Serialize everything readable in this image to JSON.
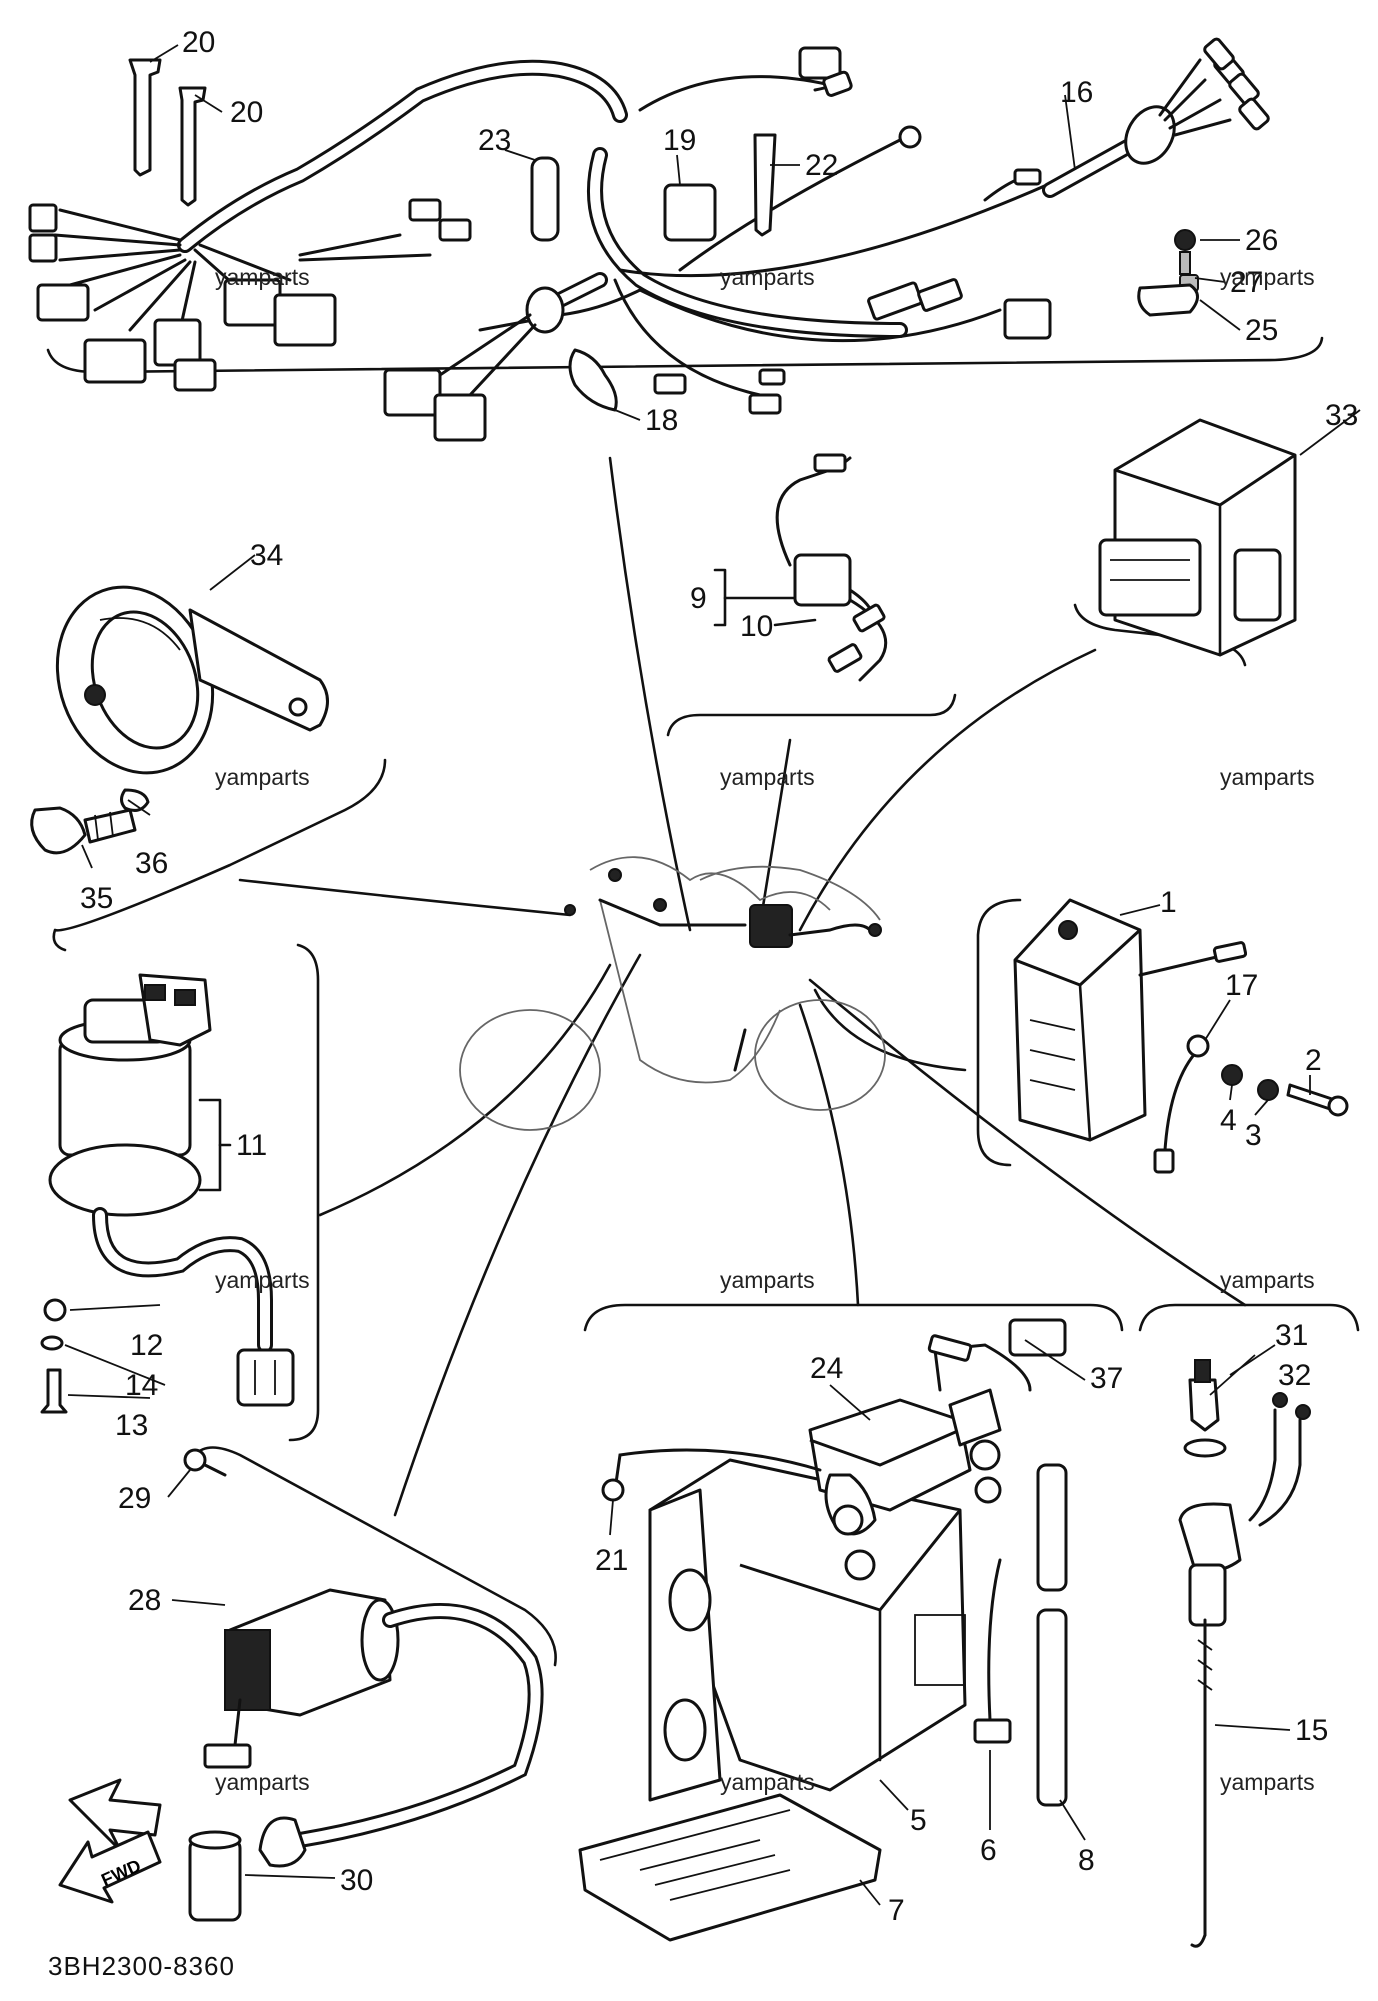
{
  "diagram": {
    "code": "3BH2300-8360",
    "fwd_label": "FWD",
    "watermark": "yamparts",
    "callouts": {
      "n1": "1",
      "n2": "2",
      "n3": "3",
      "n4": "4",
      "n5": "5",
      "n6": "6",
      "n7": "7",
      "n8": "8",
      "n9": "9",
      "n10": "10",
      "n11": "11",
      "n12": "12",
      "n13": "13",
      "n14": "14",
      "n15": "15",
      "n16": "16",
      "n17": "17",
      "n18": "18",
      "n19": "19",
      "n20a": "20",
      "n20b": "20",
      "n21": "21",
      "n22": "22",
      "n23": "23",
      "n24": "24",
      "n25": "25",
      "n26": "26",
      "n27": "27",
      "n28": "28",
      "n29": "29",
      "n30": "30",
      "n31": "31",
      "n32": "32",
      "n33": "33",
      "n34": "34",
      "n35": "35",
      "n36": "36",
      "n37": "37"
    }
  }
}
